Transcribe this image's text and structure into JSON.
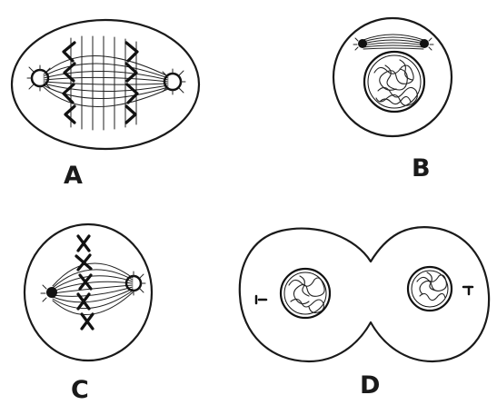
{
  "figure": {
    "panels": [
      {
        "id": "A",
        "label": "A"
      },
      {
        "id": "B",
        "label": "B"
      },
      {
        "id": "C",
        "label": "C"
      },
      {
        "id": "D",
        "label": "D"
      }
    ]
  }
}
